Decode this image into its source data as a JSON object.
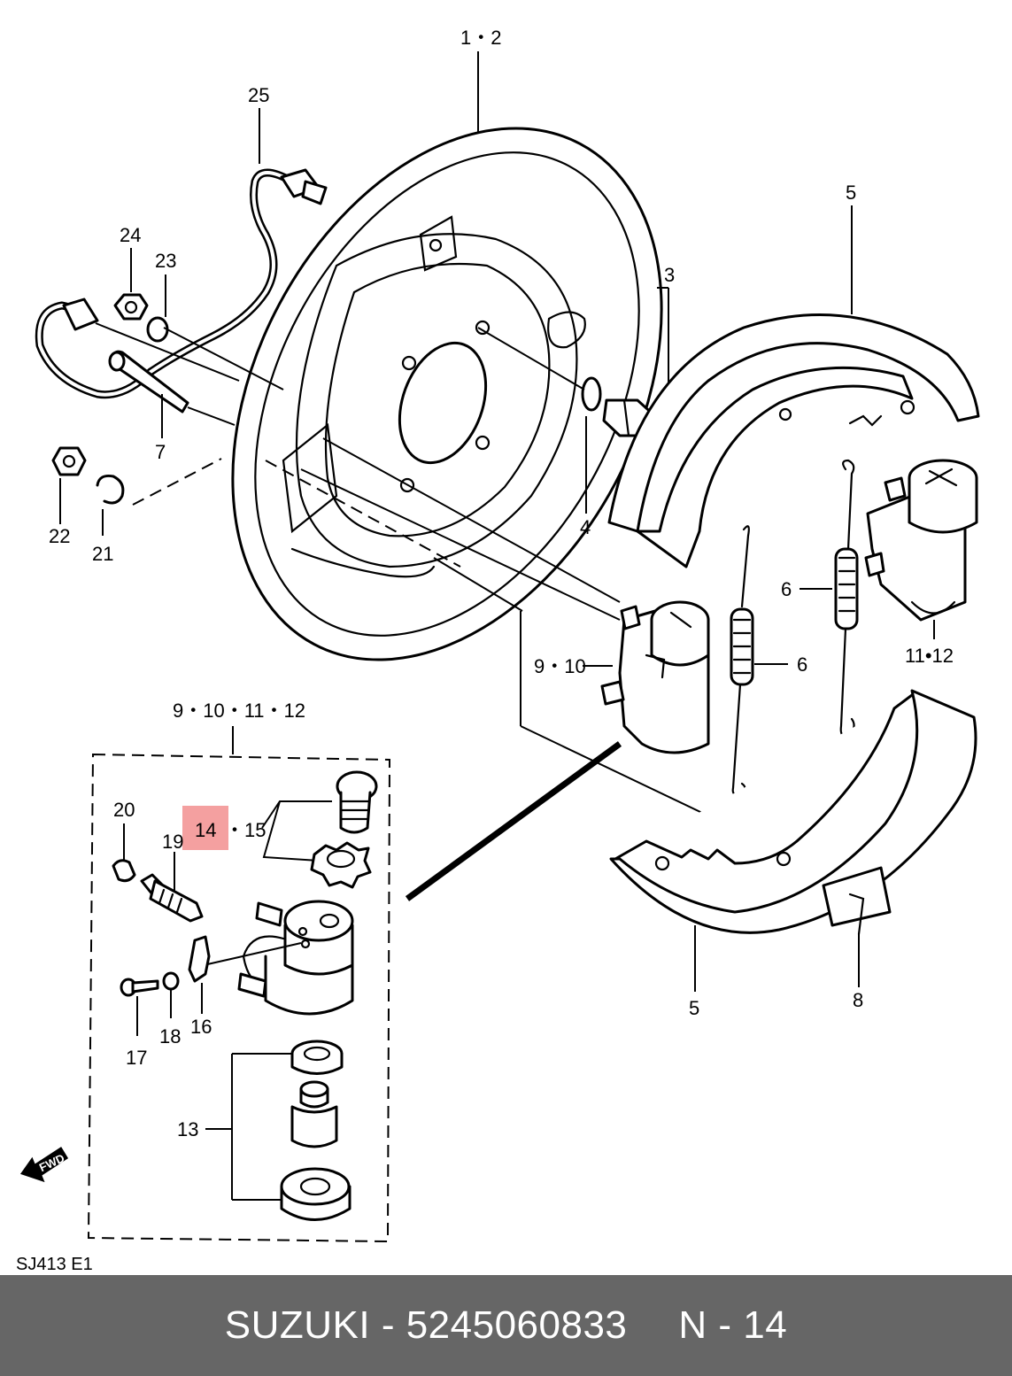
{
  "labels": {
    "l_1_2": "1・2",
    "l_25": "25",
    "l_24": "24",
    "l_23": "23",
    "l_7": "7",
    "l_22": "22",
    "l_21": "21",
    "l_3": "3",
    "l_4": "4",
    "l_5_top": "5",
    "l_6_a": "6",
    "l_6_b": "6",
    "l_11_12": "11•12",
    "l_9_10": "9・10",
    "l_inset": "9・10・11・12",
    "l_20": "20",
    "l_14": "14",
    "l_15": "・15",
    "l_19": "19",
    "l_16": "16",
    "l_17": "17",
    "l_18": "18",
    "l_13": "13",
    "l_5_bottom": "5",
    "l_8": "8",
    "fwd": "FWD",
    "code": "SJ413 E1"
  },
  "footer": {
    "brand_part": "SUZUKI - 5245060833",
    "ref": "N - 14"
  },
  "colors": {
    "highlight": "#f4a0a0",
    "footer_bg": "#666666",
    "footer_text": "#ffffff"
  }
}
